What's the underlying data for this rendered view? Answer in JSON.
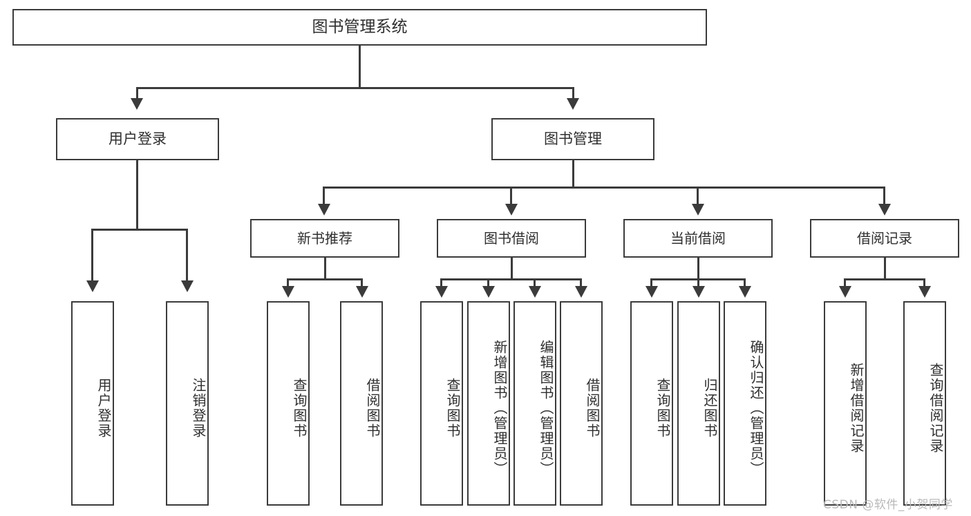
{
  "diagram": {
    "title": "图书管理系统",
    "type": "tree",
    "root": {
      "label": "图书管理系统"
    },
    "level2": [
      {
        "label": "用户登录"
      },
      {
        "label": "图书管理"
      }
    ],
    "level3": [
      {
        "label": "新书推荐"
      },
      {
        "label": "图书借阅"
      },
      {
        "label": "当前借阅"
      },
      {
        "label": "借阅记录"
      }
    ],
    "leaves": {
      "user_login": [
        {
          "label": "用户登录"
        },
        {
          "label": "注销登录"
        }
      ],
      "new_book_recommend": [
        {
          "label": "查询图书"
        },
        {
          "label": "借阅图书"
        }
      ],
      "book_borrow": [
        {
          "label": "查询图书"
        },
        {
          "label": "新增图书（管理员）"
        },
        {
          "label": "编辑图书（管理员）"
        },
        {
          "label": "借阅图书"
        }
      ],
      "current_borrow": [
        {
          "label": "查询图书"
        },
        {
          "label": "归还图书"
        },
        {
          "label": "确认归还（管理员）"
        }
      ],
      "borrow_record": [
        {
          "label": "新增借阅记录"
        },
        {
          "label": "查询借阅记录"
        }
      ]
    }
  },
  "watermark": {
    "text": "CSDN @软件_小贺同学"
  },
  "colors": {
    "stroke": "#3b3b3b",
    "background": "#ffffff",
    "text": "#2f2f2f",
    "watermark": "#b9b9b9"
  }
}
